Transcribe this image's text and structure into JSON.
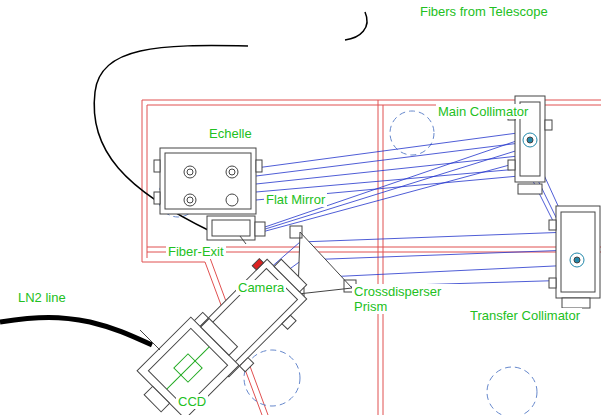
{
  "diagram": {
    "labels": [
      "Fibers from Telescope",
      "Echelle",
      "Main Collimator",
      "Flat Mirror",
      "Fiber-Exit",
      "Camera",
      "Crossdisperser Prism",
      "Transfer Collimator",
      "LN2 line",
      "CCD"
    ]
  }
}
